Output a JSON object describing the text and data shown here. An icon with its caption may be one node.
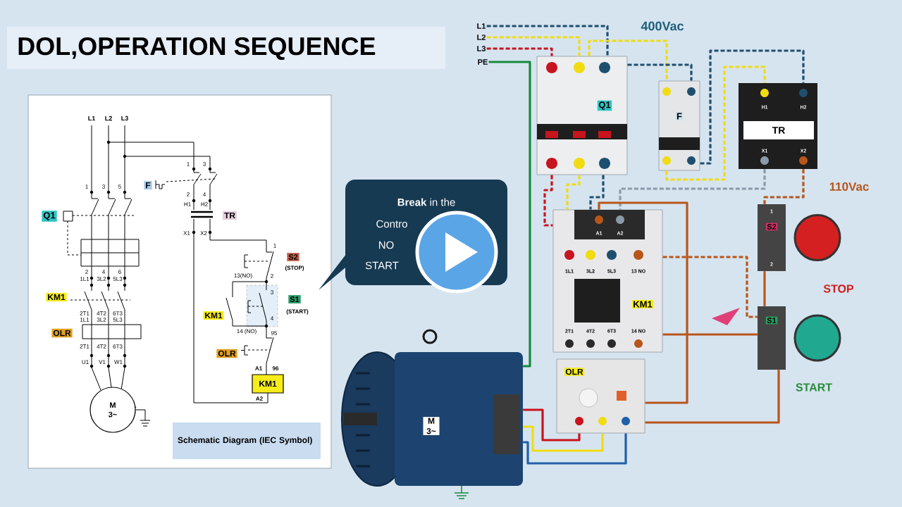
{
  "diagram": {
    "title": "DOL,OPERATION SEQUENCE",
    "nodes": [
      {
        "text": [],
        "shape": "box"
      },
      {
        "text": [
          "Schematic Diagram (IEC Symbol)"
        ],
        "in": 0
      },
      {
        "text": [
          "Q1"
        ],
        "in": 0
      },
      {
        "text": [
          "F"
        ],
        "in": 0
      },
      {
        "text": [
          "TR"
        ],
        "in": 0
      },
      {
        "text": [
          "S2"
        ],
        "beside": [
          "(STOP)"
        ],
        "in": 0
      },
      {
        "text": [
          "KM1"
        ],
        "in": 0
      },
      {
        "text": [
          "OLR"
        ],
        "in": 0
      },
      {
        "text": [
          "KM1"
        ],
        "in": 0
      },
      {
        "text": [
          "S1"
        ],
        "beside": [
          "(START)"
        ],
        "in": 0
      },
      {
        "text": [
          "OLR"
        ],
        "in": 0
      },
      {
        "text": [
          "KM1"
        ],
        "beside": [
          "A1",
          "96",
          "A2"
        ],
        "in": 0
      },
      {
        "text": [
          "M 3~"
        ],
        "in": 0
      },
      {
        "text": [
          "**Break** in the",
          "Contro",
          "NO",
          "START"
        ]
      },
      {
        "text": [
          "L1"
        ]
      },
      {
        "text": [
          "L2"
        ]
      },
      {
        "text": [
          "L3"
        ]
      },
      {
        "text": [
          "PE"
        ]
      },
      {
        "text": [
          "Q1"
        ]
      },
      {
        "text": [
          "F"
        ]
      },
      {
        "text": [
          "H1",
          "H2",
          "TR",
          "X1",
          "X2"
        ]
      },
      {
        "text": [
          "A1",
          "A2",
          "1L1",
          "3L2",
          "5L3",
          "13 NO",
          "KM1",
          "2T1",
          "4T2",
          "6T3",
          "14 NO"
        ]
      },
      {
        "text": [
          "OLR"
        ]
      },
      {
        "text": [
          "1",
          "S2",
          "2"
        ],
        "beside": [
          "STOP"
        ]
      },
      {
        "text": [
          "S1"
        ],
        "beside": [
          "START"
        ]
      },
      {
        "text": [
          "M 3~"
        ]
      }
    ],
    "edges": [
      {
        "from": 14,
        "to": 18,
        "arrow": "none",
        "style": "dashed",
        "color": "#1f4f6e"
      },
      {
        "from": 15,
        "to": 18,
        "arrow": "none",
        "style": "dashed",
        "color": "#f0dc10"
      },
      {
        "from": 16,
        "to": 18,
        "arrow": "none",
        "style": "dashed",
        "color": "#c8141e"
      },
      {
        "from": 17,
        "to": 25,
        "arrow": "none",
        "color": "#168a3c"
      },
      {
        "from": 18,
        "to": 19,
        "arrow": "none",
        "style": "dashed",
        "color": "#f0dc10"
      },
      {
        "from": 18,
        "to": 19,
        "arrow": "none",
        "style": "dashed",
        "color": "#1f4f6e"
      },
      {
        "from": 19,
        "to": 20,
        "arrow": "none",
        "style": "dashed",
        "color": "#f0dc10"
      },
      {
        "from": 19,
        "to": 20,
        "arrow": "none",
        "style": "dashed",
        "color": "#1f4f6e"
      },
      {
        "from": 18,
        "to": 21,
        "arrow": "none",
        "style": "dashed",
        "color": "#c8141e"
      },
      {
        "from": 18,
        "to": 21,
        "arrow": "none",
        "style": "dashed",
        "color": "#f0dc10"
      },
      {
        "from": 18,
        "to": 21,
        "arrow": "none",
        "style": "dashed",
        "color": "#1f4f6e"
      },
      {
        "from": 20,
        "to": 21,
        "arrow": "none",
        "style": "dashed",
        "color": "#8a9aa8"
      },
      {
        "from": 20,
        "to": 23,
        "arrow": "none",
        "style": "dashed",
        "color": "#b8561a"
      },
      {
        "from": 23,
        "to": 24,
        "arrow": "none",
        "color": "#b8561a"
      },
      {
        "from": 21,
        "to": 24,
        "arrow": "none",
        "style": "dashed",
        "color": "#b8561a"
      },
      {
        "from": 21,
        "to": 24,
        "arrow": "none",
        "color": "#b8561a"
      },
      {
        "from": 21,
        "to": 22,
        "arrow": "none",
        "color": "#b8561a"
      },
      {
        "from": 22,
        "to": 24,
        "arrow": "none",
        "color": "#b8561a"
      },
      {
        "from": 22,
        "to": 25,
        "arrow": "none",
        "color": "#c8141e"
      },
      {
        "from": 22,
        "to": 25,
        "arrow": "none",
        "color": "#f0dc10"
      },
      {
        "from": 22,
        "to": 25,
        "arrow": "none",
        "color": "#2060a8"
      }
    ],
    "labels": [
      "400Vac",
      "110Vac",
      "L1",
      "L2",
      "L3",
      "1",
      "3",
      "5",
      "1",
      "3",
      "2",
      "4",
      "H1",
      "H2",
      "X1",
      "X2",
      "2",
      "4",
      "6",
      "1L1",
      "3L2",
      "5L3",
      "2T1",
      "4T2",
      "6T3",
      "1L1",
      "3L2",
      "5L3",
      "2T1",
      "4T2",
      "6T3",
      "U1",
      "V1",
      "W1",
      "1",
      "2",
      "13(NO)",
      "3",
      "4",
      "14 (NO)",
      "95"
    ]
  }
}
